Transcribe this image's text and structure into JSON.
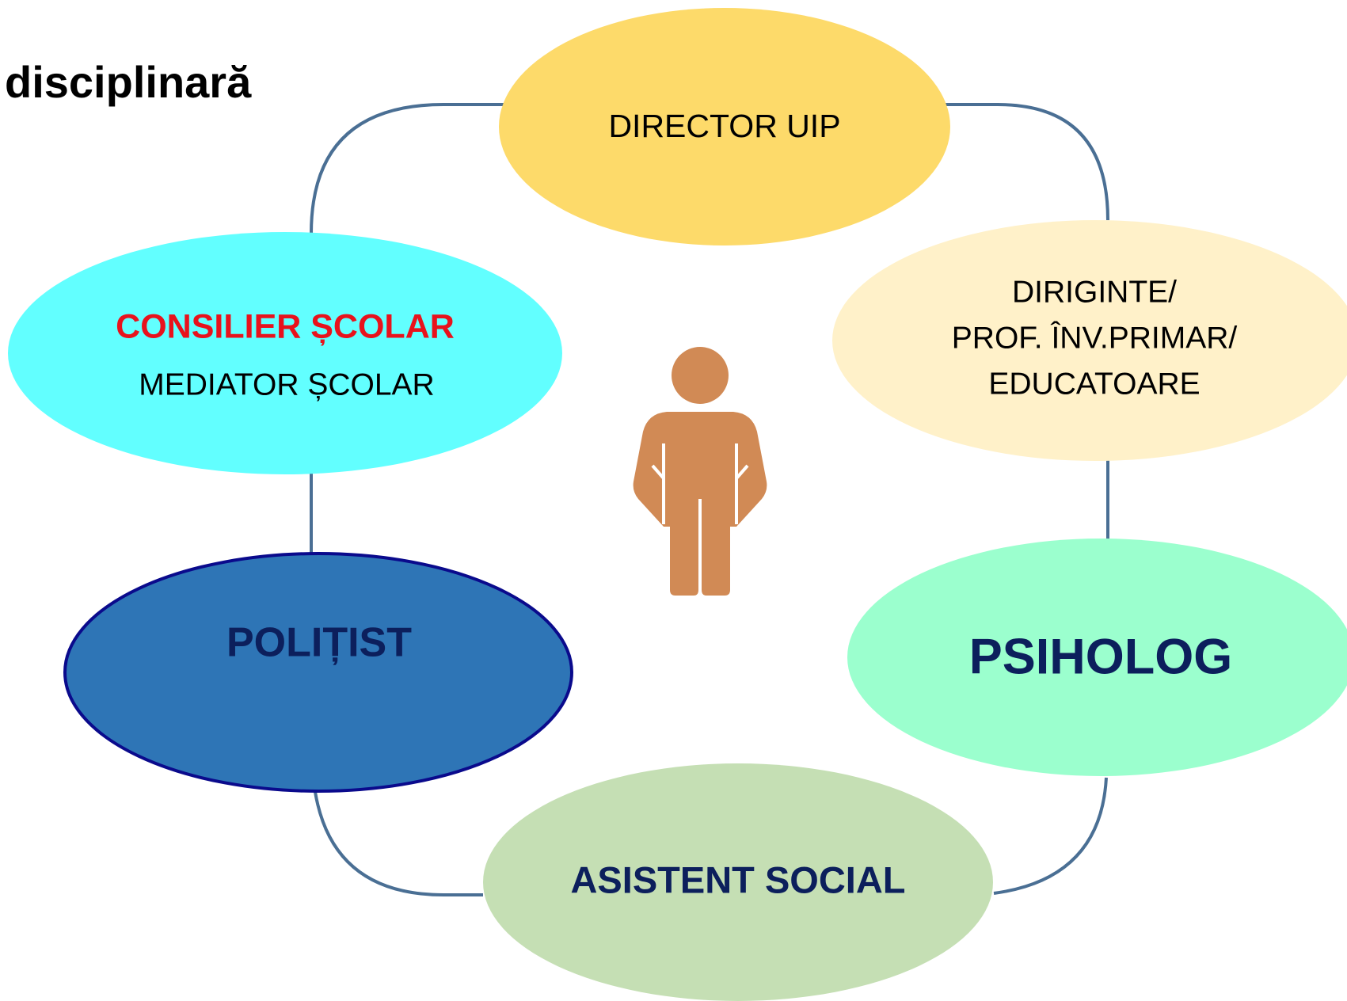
{
  "heading": "disciplinară",
  "center_icon": "person-icon",
  "colors": {
    "connector": "#4A6F94",
    "person": "#D18A55",
    "red_text": "#E8121C",
    "dark_blue_text": "#0C1F5C",
    "black_text": "#000000"
  },
  "nodes": {
    "director": {
      "lines": [
        "DIRECTOR  UIP"
      ],
      "fill": "#FDDA6A"
    },
    "diriginte": {
      "lines": [
        "DIRIGINTE/",
        "PROF. ÎNV.PRIMAR/",
        "EDUCATOARE"
      ],
      "fill": "#FFF1C9"
    },
    "consilier": {
      "lines": [
        "CONSILIER ȘCOLAR",
        "MEDIATOR ȘCOLAR"
      ],
      "fill": "#62FFFF"
    },
    "politist": {
      "lines": [
        "POLIȚIST"
      ],
      "fill": "#2E75B6",
      "border": "#0A0A8C"
    },
    "psiholog": {
      "lines": [
        "PSIHOLOG"
      ],
      "fill": "#9BFFCE"
    },
    "asistent": {
      "lines": [
        "ASISTENT SOCIAL"
      ],
      "fill": "#C5DFB4"
    }
  }
}
